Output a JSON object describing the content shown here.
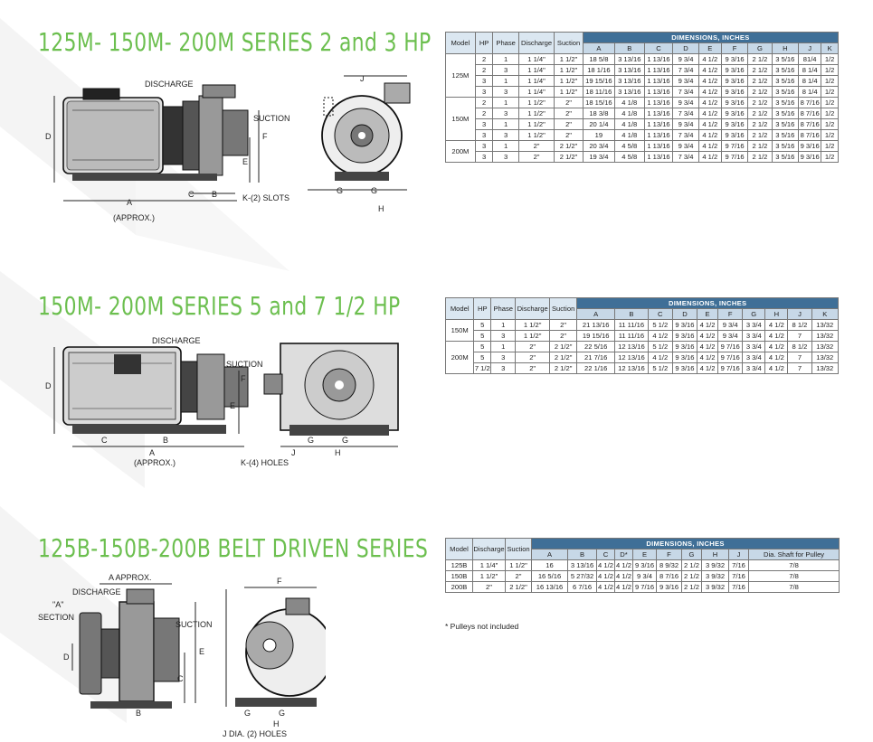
{
  "sections": [
    {
      "title": "125M- 150M- 200M SERIES 2 and 3 HP",
      "diagram_labels": {
        "discharge": "DISCHARGE",
        "suction": "SUCTION",
        "dim_a": "A",
        "approx": "(APPROX.)",
        "dim_b": "B",
        "dim_c": "C",
        "dim_d": "D",
        "dim_e": "E",
        "dim_f": "F",
        "dim_g1": "G",
        "dim_g2": "G",
        "dim_h": "H",
        "dim_j": "J",
        "slots": "K-(2) SLOTS"
      },
      "table": {
        "headers": [
          "Model",
          "HP",
          "Phase",
          "Discharge",
          "Suction"
        ],
        "dim_title": "DIMENSIONS, INCHES",
        "dim_cols": [
          "A",
          "B",
          "C",
          "D",
          "E",
          "F",
          "G",
          "H",
          "J",
          "K"
        ],
        "groups": [
          {
            "model": "125M",
            "rows": [
              [
                "2",
                "1",
                "1 1/4\"",
                "1 1/2\"",
                "18 5/8",
                "3 13/16",
                "1 13/16",
                "9 3/4",
                "4 1/2",
                "9 3/16",
                "2 1/2",
                "3 5/16",
                "81/4",
                "1/2"
              ],
              [
                "2",
                "3",
                "1 1/4\"",
                "1 1/2\"",
                "18 1/16",
                "3 13/16",
                "1 13/16",
                "7 3/4",
                "4 1/2",
                "9 3/16",
                "2 1/2",
                "3 5/16",
                "8 1/4",
                "1/2"
              ],
              [
                "3",
                "1",
                "1 1/4\"",
                "1 1/2\"",
                "19 15/16",
                "3 13/16",
                "1 13/16",
                "9 3/4",
                "4 1/2",
                "9 3/16",
                "2 1/2",
                "3 5/16",
                "8 1/4",
                "1/2"
              ],
              [
                "3",
                "3",
                "1 1/4\"",
                "1 1/2\"",
                "18 11/16",
                "3 13/16",
                "1 13/16",
                "7 3/4",
                "4 1/2",
                "9 3/16",
                "2 1/2",
                "3 5/16",
                "8 1/4",
                "1/2"
              ]
            ]
          },
          {
            "model": "150M",
            "rows": [
              [
                "2",
                "1",
                "1 1/2\"",
                "2\"",
                "18 15/16",
                "4 1/8",
                "1 13/16",
                "9 3/4",
                "4 1/2",
                "9 3/16",
                "2 1/2",
                "3 5/16",
                "8 7/16",
                "1/2"
              ],
              [
                "2",
                "3",
                "1 1/2\"",
                "2\"",
                "18 3/8",
                "4 1/8",
                "1 13/16",
                "7 3/4",
                "4 1/2",
                "9 3/16",
                "2 1/2",
                "3 5/16",
                "8 7/16",
                "1/2"
              ],
              [
                "3",
                "1",
                "1 1/2\"",
                "2\"",
                "20 1/4",
                "4 1/8",
                "1 13/16",
                "9 3/4",
                "4 1/2",
                "9 3/16",
                "2 1/2",
                "3 5/16",
                "8 7/16",
                "1/2"
              ],
              [
                "3",
                "3",
                "1 1/2\"",
                "2\"",
                "19",
                "4 1/8",
                "1 13/16",
                "7 3/4",
                "4 1/2",
                "9 3/16",
                "2 1/2",
                "3 5/16",
                "8 7/16",
                "1/2"
              ]
            ]
          },
          {
            "model": "200M",
            "rows": [
              [
                "3",
                "1",
                "2\"",
                "2 1/2\"",
                "20 3/4",
                "4 5/8",
                "1 13/16",
                "9 3/4",
                "4 1/2",
                "9 7/16",
                "2 1/2",
                "3 5/16",
                "9 3/16",
                "1/2"
              ],
              [
                "3",
                "3",
                "2\"",
                "2 1/2\"",
                "19 3/4",
                "4 5/8",
                "1 13/16",
                "7 3/4",
                "4 1/2",
                "9 7/16",
                "2 1/2",
                "3 5/16",
                "9 3/16",
                "1/2"
              ]
            ]
          }
        ]
      }
    },
    {
      "title": "150M- 200M SERIES 5 and 7 1/2 HP",
      "diagram_labels": {
        "discharge": "DISCHARGE",
        "suction": "SUCTION",
        "dim_a": "A",
        "approx": "(APPROX.)",
        "dim_b": "B",
        "dim_c": "C",
        "dim_d": "D",
        "dim_e": "E",
        "dim_f": "F",
        "dim_g1": "G",
        "dim_g2": "G",
        "dim_h": "H",
        "dim_j": "J",
        "holes": "K-(4) HOLES"
      },
      "table": {
        "headers": [
          "Model",
          "HP",
          "Phase",
          "Discharge",
          "Suction"
        ],
        "dim_title": "DIMENSIONS, INCHES",
        "dim_cols": [
          "A",
          "B",
          "C",
          "D",
          "E",
          "F",
          "G",
          "H",
          "J",
          "K"
        ],
        "groups": [
          {
            "model": "150M",
            "rows": [
              [
                "5",
                "1",
                "1 1/2\"",
                "2\"",
                "21 13/16",
                "11 11/16",
                "5 1/2",
                "9 3/16",
                "4 1/2",
                "9 3/4",
                "3 3/4",
                "4 1/2",
                "8 1/2",
                "13/32"
              ],
              [
                "5",
                "3",
                "1 1/2\"",
                "2\"",
                "19 15/16",
                "11 11/16",
                "4 1/2",
                "9 3/16",
                "4 1/2",
                "9 3/4",
                "3 3/4",
                "4 1/2",
                "7",
                "13/32"
              ]
            ]
          },
          {
            "model": "200M",
            "rows": [
              [
                "5",
                "1",
                "2\"",
                "2 1/2\"",
                "22 5/16",
                "12 13/16",
                "5 1/2",
                "9 3/16",
                "4 1/2",
                "9 7/16",
                "3 3/4",
                "4 1/2",
                "8 1/2",
                "13/32"
              ],
              [
                "5",
                "3",
                "2\"",
                "2 1/2\"",
                "21 7/16",
                "12 13/16",
                "4 1/2",
                "9 3/16",
                "4 1/2",
                "9 7/16",
                "3 3/4",
                "4 1/2",
                "7",
                "13/32"
              ],
              [
                "7 1/2",
                "3",
                "2\"",
                "2 1/2\"",
                "22 1/16",
                "12 13/16",
                "5 1/2",
                "9 3/16",
                "4 1/2",
                "9 7/16",
                "3 3/4",
                "4 1/2",
                "7",
                "13/32"
              ]
            ]
          }
        ]
      }
    },
    {
      "title": "125B-150B-200B BELT DRIVEN SERIES",
      "diagram_labels": {
        "a_approx": "A APPROX.",
        "discharge": "DISCHARGE",
        "a_section_1": "\"A\"",
        "a_section_2": "SECTION",
        "suction": "SUCTION",
        "dim_b": "B",
        "dim_c": "C",
        "dim_d": "D",
        "dim_e": "E",
        "dim_f": "F",
        "dim_g1": "G",
        "dim_g2": "G",
        "dim_h": "H",
        "holes": "J  DIA. (2) HOLES"
      },
      "table": {
        "headers": [
          "Model",
          "Discharge",
          "Suction"
        ],
        "dim_title": "DIMENSIONS, INCHES",
        "dim_cols": [
          "A",
          "B",
          "C",
          "D*",
          "E",
          "F",
          "G",
          "H",
          "J",
          "Dia. Shaft for Pulley"
        ],
        "rows": [
          [
            "125B",
            "1 1/4\"",
            "1 1/2\"",
            "16",
            "3 13/16",
            "4 1/2",
            "4 1/2",
            "9 3/16",
            "8 9/32",
            "2 1/2",
            "3 9/32",
            "7/16",
            "7/8"
          ],
          [
            "150B",
            "1 1/2\"",
            "2\"",
            "16 5/16",
            "5 27/32",
            "4 1/2",
            "4 1/2",
            "9 3/4",
            "8 7/16",
            "2 1/2",
            "3 9/32",
            "7/16",
            "7/8"
          ],
          [
            "200B",
            "2\"",
            "2 1/2\"",
            "16 13/16",
            "6 7/16",
            "4 1/2",
            "4 1/2",
            "9 7/16",
            "9 3/16",
            "2 1/2",
            "3 9/32",
            "7/16",
            "7/8"
          ]
        ],
        "note": "* Pulleys not included"
      }
    }
  ]
}
